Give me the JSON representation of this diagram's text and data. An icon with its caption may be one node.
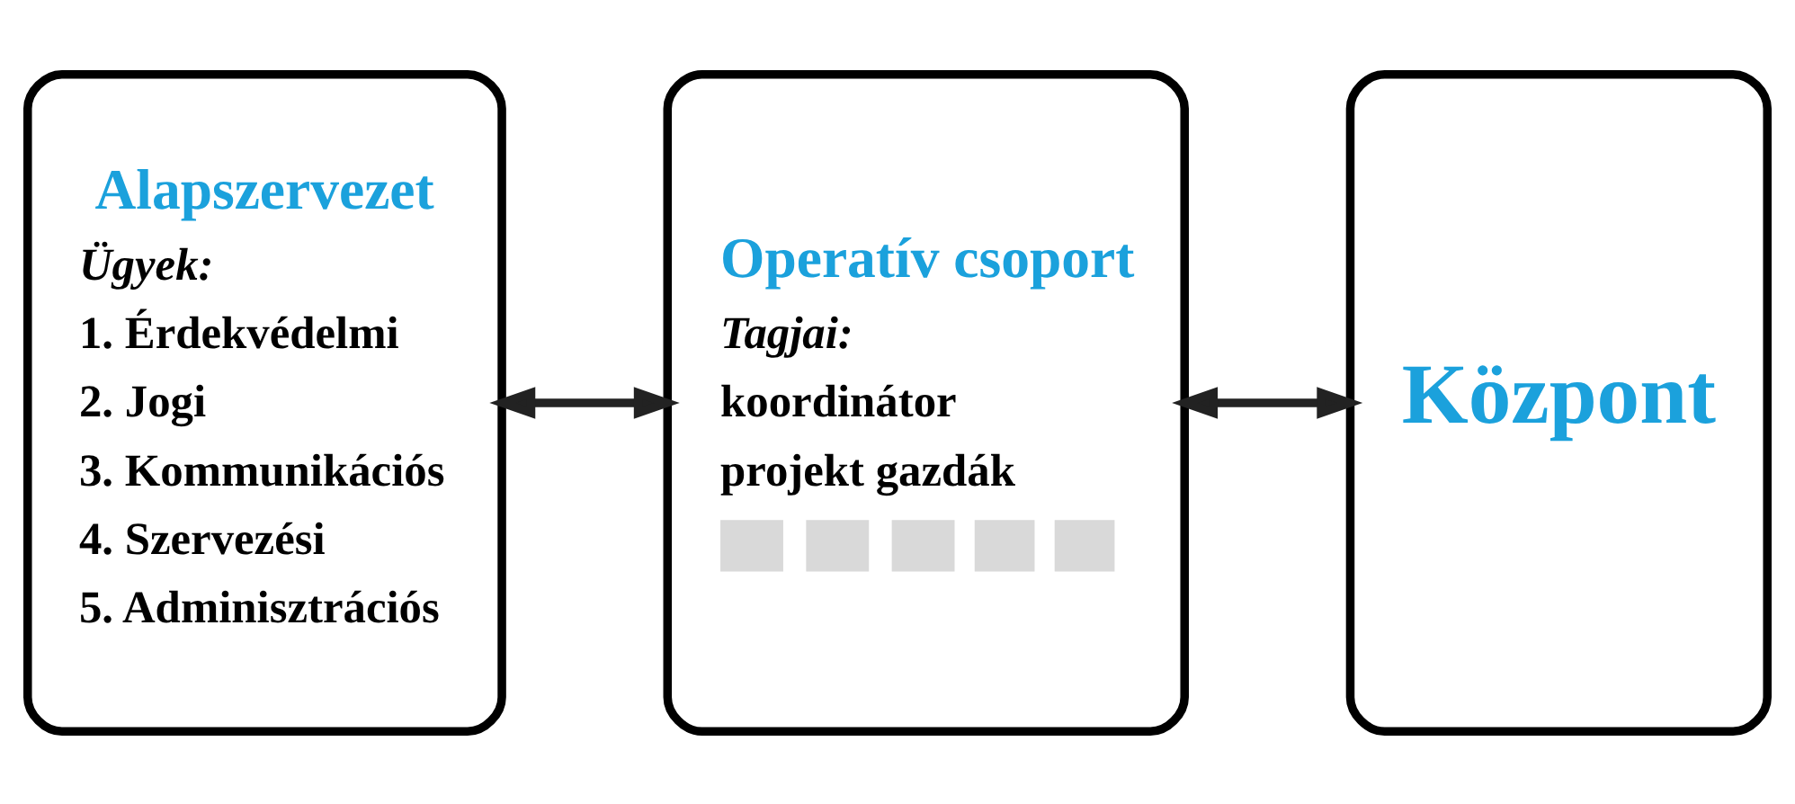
{
  "diagram": {
    "nodes": [
      {
        "text": [
          "Alapszervezet",
          "Ügyek:",
          "1. Érdekvédelmi",
          "2. Jogi",
          "3. Kommunikációs",
          "4. Szervezési",
          "5. Adminisztrációs"
        ]
      },
      {
        "text": [
          "Operatív csoport",
          "Tagjai:",
          "koordinátor",
          "projekt gazdák"
        ]
      },
      {
        "text": [
          "Központ"
        ]
      }
    ],
    "edges": [
      {
        "from": 0,
        "to": 1,
        "arrow": "both"
      },
      {
        "from": 1,
        "to": 2,
        "arrow": "both"
      }
    ]
  }
}
